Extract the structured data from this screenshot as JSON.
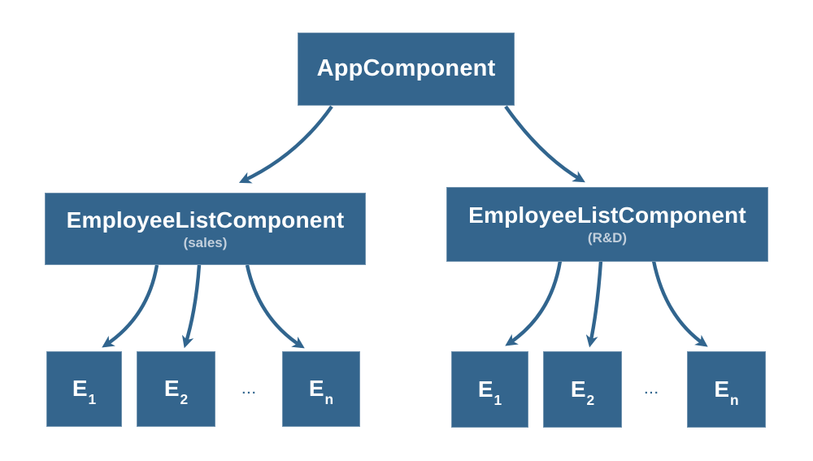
{
  "diagram": {
    "root": {
      "label": "AppComponent"
    },
    "groups": [
      {
        "label": "EmployeeListComponent",
        "sublabel": "(sales)",
        "ellipsis": "...",
        "children": [
          {
            "base": "E",
            "sub": "1"
          },
          {
            "base": "E",
            "sub": "2"
          },
          {
            "base": "E",
            "sub": "n"
          }
        ]
      },
      {
        "label": "EmployeeListComponent",
        "sublabel": "(R&D)",
        "ellipsis": "...",
        "children": [
          {
            "base": "E",
            "sub": "1"
          },
          {
            "base": "E",
            "sub": "2"
          },
          {
            "base": "E",
            "sub": "n"
          }
        ]
      }
    ],
    "edges": [
      {
        "from": "AppComponent",
        "to": "EmployeeListComponent (sales)"
      },
      {
        "from": "AppComponent",
        "to": "EmployeeListComponent (R&D)"
      },
      {
        "from": "EmployeeListComponent (sales)",
        "to": "E1"
      },
      {
        "from": "EmployeeListComponent (sales)",
        "to": "E2"
      },
      {
        "from": "EmployeeListComponent (sales)",
        "to": "En"
      },
      {
        "from": "EmployeeListComponent (R&D)",
        "to": "E1"
      },
      {
        "from": "EmployeeListComponent (R&D)",
        "to": "E2"
      },
      {
        "from": "EmployeeListComponent (R&D)",
        "to": "En"
      }
    ],
    "colors": {
      "node_fill": "#34658d",
      "label_text": "#ffffff",
      "sublabel_text": "#c2cfdc",
      "arrow": "#31658e",
      "background": "#ffffff"
    }
  }
}
